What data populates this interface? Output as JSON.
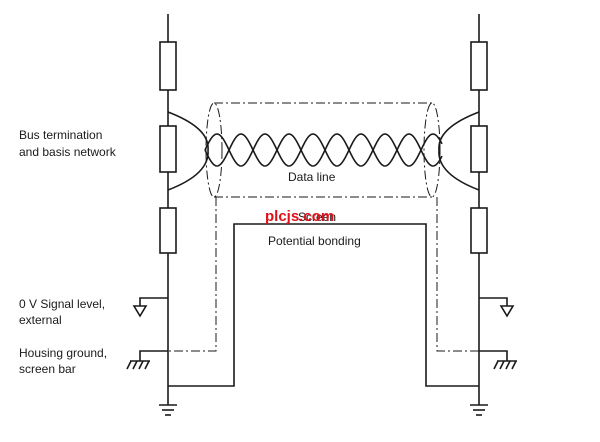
{
  "labels": {
    "bus_termination_1": "Bus termination",
    "bus_termination_2": "and basis network",
    "data_line": "Data line",
    "screen": "Screen",
    "potential_bonding": "Potential bonding",
    "signal_level_1": "0 V Signal level,",
    "signal_level_2": "external",
    "housing_ground_1": "Housing ground,",
    "housing_ground_2": "screen bar"
  },
  "watermark": "plcjs.com",
  "colors": {
    "line": "#1a1a1a",
    "watermark": "#e0101a"
  }
}
